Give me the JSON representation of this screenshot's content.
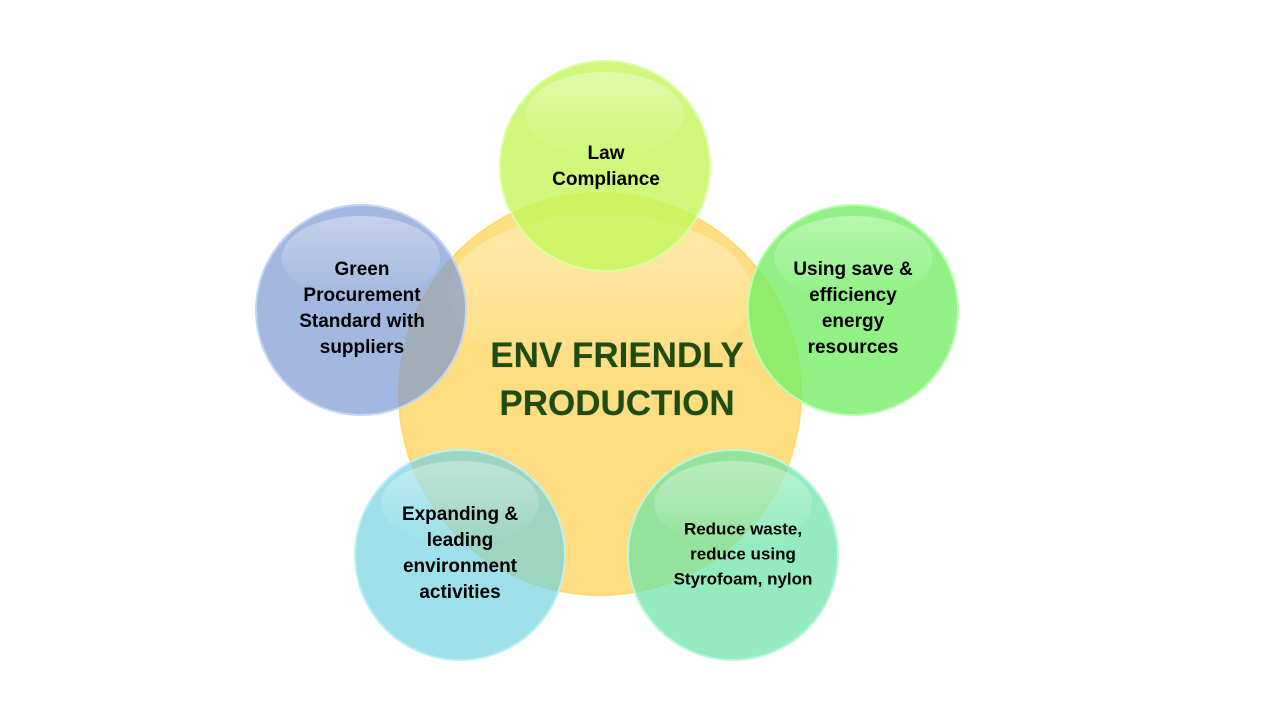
{
  "diagram": {
    "hub": {
      "label": "ENV FRIENDLY\nPRODUCTION",
      "color": "#ffd150",
      "text_color": "#1e4d14"
    },
    "satellites": [
      {
        "id": "law",
        "label": "Law\nCompliance",
        "color": "#c4f75d"
      },
      {
        "id": "energy",
        "label": "Using save &\nefficiency\nenergy\nresources",
        "color": "#76ee66"
      },
      {
        "id": "waste",
        "label": "Reduce waste,\nreduce using\nStyrofoam, nylon",
        "color": "#6ce3a8"
      },
      {
        "id": "env",
        "label": "Expanding &\nleading\nenvironment\nactivities",
        "color": "#6ed2e0"
      },
      {
        "id": "green",
        "label": "Green\nProcurement\nStandard with\nsuppliers",
        "color": "#7896d2"
      }
    ]
  }
}
